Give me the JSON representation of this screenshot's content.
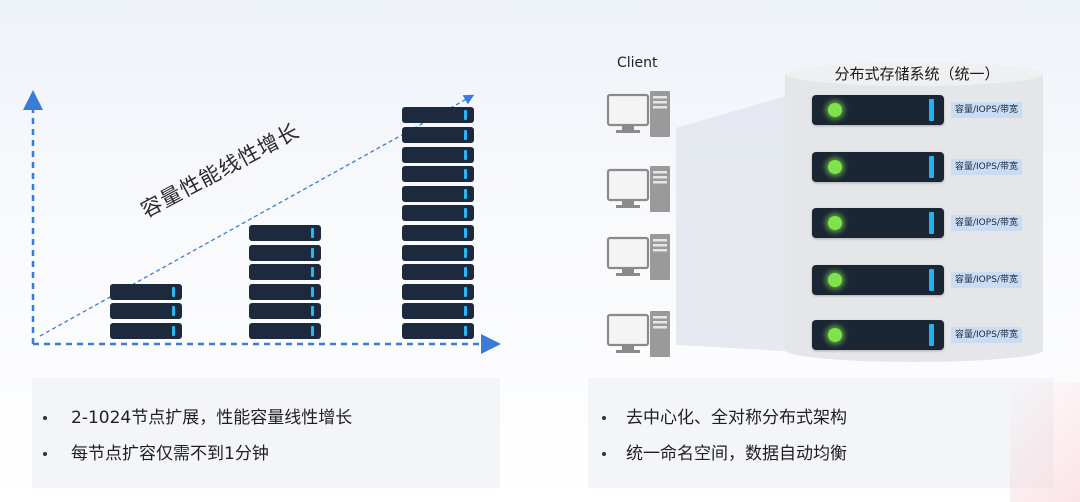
{
  "left": {
    "growth_label": "容量性能线性增长",
    "stacks": [
      3,
      6,
      12
    ],
    "features": [
      "2-1024节点扩展，性能容量线性增长",
      "每节点扩容仅需不到1分钟"
    ]
  },
  "right": {
    "client_label": "Client",
    "clients": 4,
    "cluster_title": "分布式存储系统（统一）",
    "server_tags": [
      "容量/IOPS/带宽",
      "容量/IOPS/带宽",
      "容量/IOPS/带宽",
      "容量/IOPS/带宽",
      "容量/IOPS/带宽"
    ],
    "features": [
      "去中心化、全对称分布式架构",
      "统一命名空间，数据自动均衡"
    ]
  },
  "colors": {
    "axis": "#3a7bd5",
    "node": "#1d2a3d",
    "led": "#29b6f6",
    "power": "#7fe24a",
    "tag_bg": "#c8dcf3"
  }
}
